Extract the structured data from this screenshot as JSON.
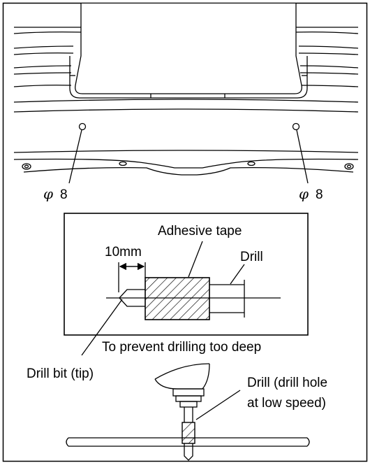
{
  "figure": {
    "top": {
      "hole_left": {
        "symbol": "φ",
        "size": "8"
      },
      "hole_right": {
        "symbol": "φ",
        "size": "8"
      }
    },
    "inset": {
      "adhesive_tape": "Adhesive tape",
      "drill": "Drill",
      "dimension": "10mm",
      "caption": "To prevent drilling too deep",
      "drill_bit": "Drill bit (tip)"
    },
    "bottom": {
      "drill_note_line1": "Drill (drill hole",
      "drill_note_line2": "at low speed)"
    }
  }
}
